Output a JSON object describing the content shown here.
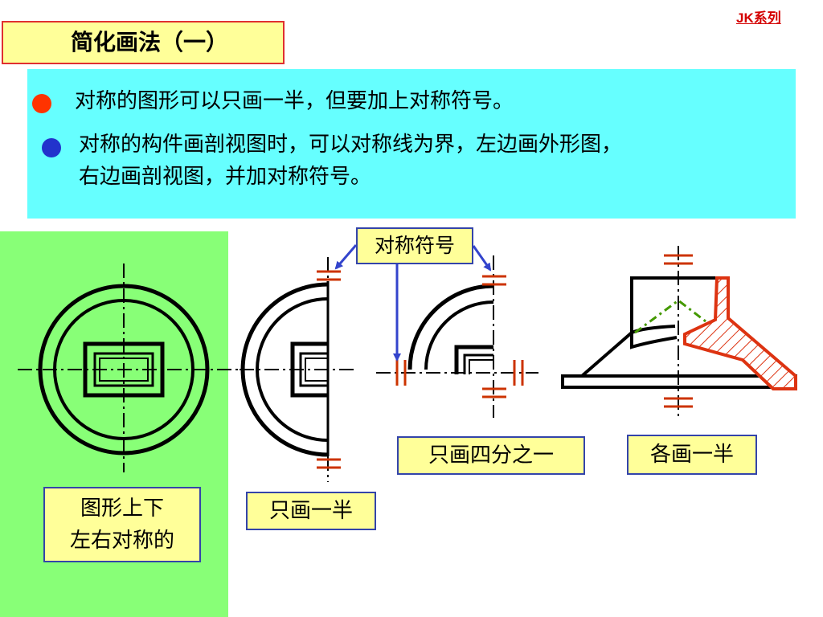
{
  "brand": "JK系列",
  "title": "简化画法（一）",
  "intro": {
    "line1": "对称的图形可以只画一半，但要加上对称符号。",
    "line2": "对称的构件画剖视图时，可以对称线为界，左边画外形图，",
    "line3": "右边画剖视图，并加对称符号。"
  },
  "labels": {
    "symmetric_figure": "图形上下\n左右对称的",
    "symmetry_symbol": "对称符号",
    "half_only": "只画一半",
    "quarter_only": "只画四分之一",
    "each_half": "各画一半"
  },
  "colors": {
    "title_bg": "#ffff99",
    "title_border": "#e03030",
    "intro_bg": "#66ffff",
    "left_panel_bg": "#88ff77",
    "bullet_red": "#ff3300",
    "bullet_blue": "#2233cc",
    "symbol_red": "#cc3300",
    "arrow_blue": "#3344cc",
    "hidden_line_green": "#449900",
    "hatch_red": "#dd3311"
  }
}
